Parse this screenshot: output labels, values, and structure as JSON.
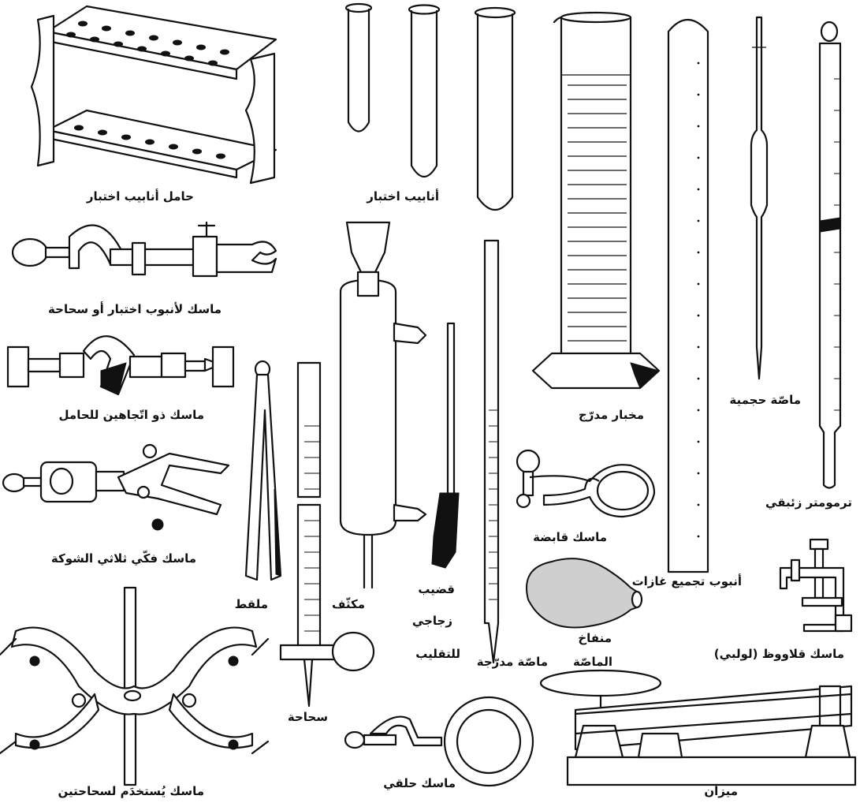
{
  "labels": {
    "test_tube_rack": "حامل أنابيب اختبار",
    "test_tubes": "أنابيب اختبار",
    "graduated_cylinder": "مخبار مدرّج",
    "volumetric_pipette": "ماصّة حجمية",
    "mercury_thermometer": "ترمومتر زئبقي",
    "test_tube_burette_clamp": "ماسك لأنبوب اختبار أو سحاحة",
    "two_way_clamp": "ماسك ذو اتّجاهين للحامل",
    "three_prong_clamp": "ماسك فكّي ثلاثي الشوكة",
    "tongs": "ملقط",
    "condenser": "مكثّف",
    "stirring_rod_line1": "قضيب",
    "stirring_rod_line2": "زجاجي",
    "stirring_rod_line3": "للتقليب",
    "graduated_pipette": "ماصّة مدرّجة",
    "holding_clamp": "ماسك قابضة",
    "gas_collecting_tube": "أنبوب تجميع غازات",
    "pipette_bulb_line1": "منفاخ",
    "pipette_bulb_line2": "الماصّة",
    "screw_clamp": "ماسك قلاووظ (لولبي)",
    "burette": "سحاحة",
    "double_burette_clamp": "ماسك يُستخدَم لسحاحتين",
    "ring_clamp": "ماسك حلقي",
    "balance": "ميزان"
  }
}
